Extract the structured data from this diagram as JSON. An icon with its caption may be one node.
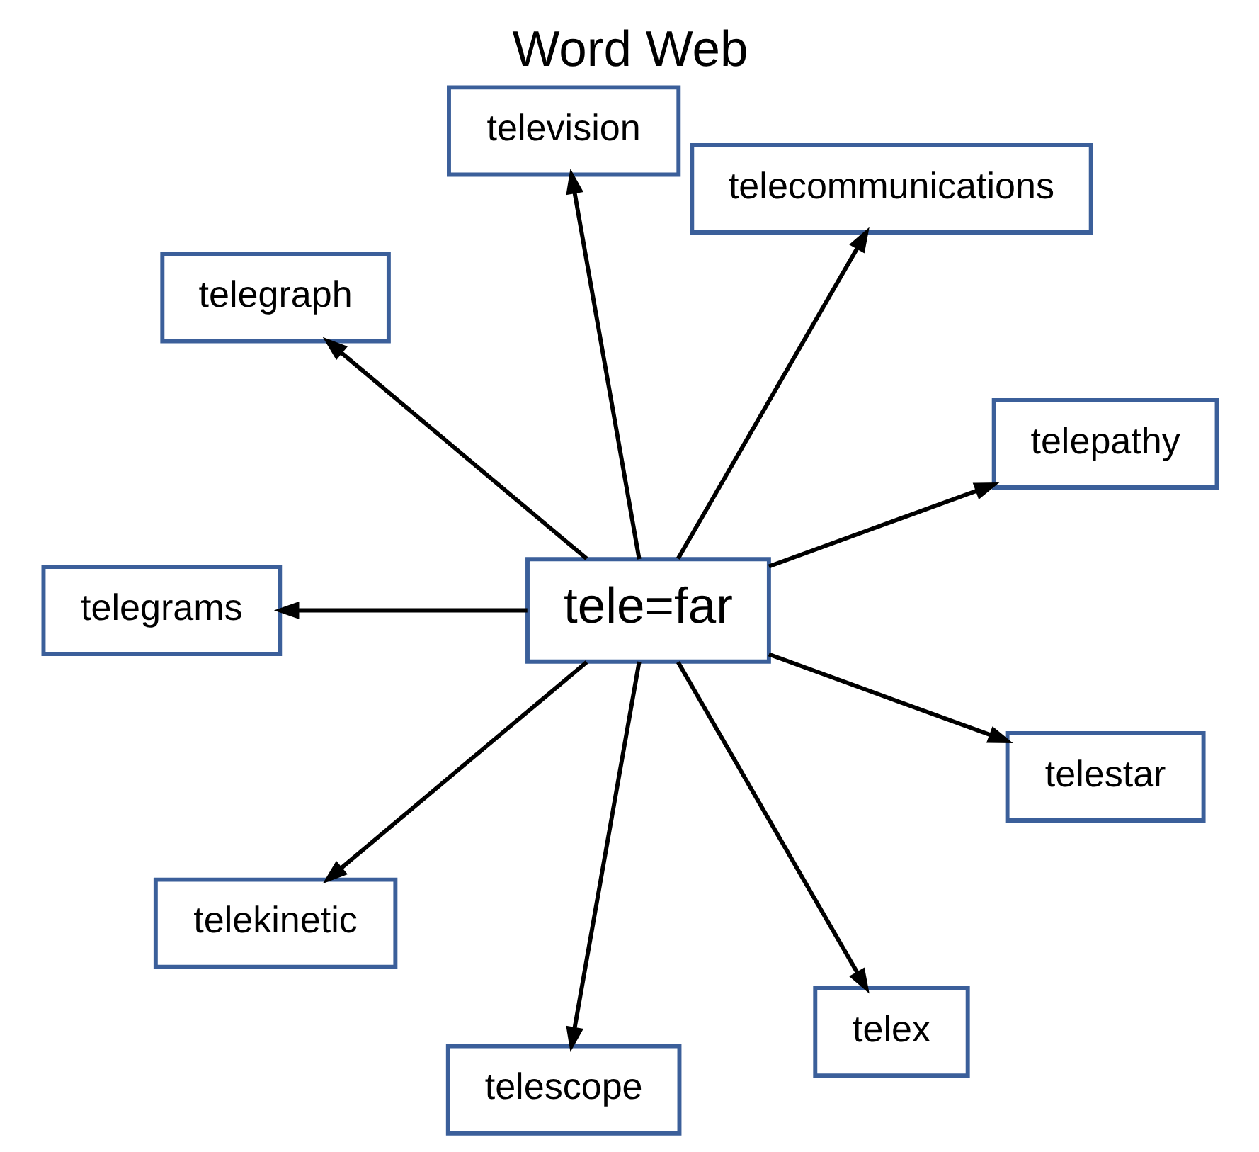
{
  "diagram": {
    "title": "Word Web",
    "nodes": [
      {
        "text": [
          "telepathy"
        ]
      },
      {
        "text": [
          "telecommunications"
        ]
      },
      {
        "text": [
          "television"
        ]
      },
      {
        "text": [
          "telegraph"
        ]
      },
      {
        "text": [
          "tele=far"
        ]
      },
      {
        "text": [
          "telegrams"
        ]
      },
      {
        "text": [
          "telekinetic"
        ]
      },
      {
        "text": [
          "telescope"
        ]
      },
      {
        "text": [
          "telex"
        ]
      },
      {
        "text": [
          "telestar"
        ]
      }
    ],
    "edges": [
      {
        "from": 4,
        "to": 0,
        "arrow": "to"
      },
      {
        "from": 4,
        "to": 1,
        "arrow": "to"
      },
      {
        "from": 4,
        "to": 2,
        "arrow": "to"
      },
      {
        "from": 4,
        "to": 3,
        "arrow": "to"
      },
      {
        "from": 4,
        "to": 5,
        "arrow": "to"
      },
      {
        "from": 4,
        "to": 6,
        "arrow": "to"
      },
      {
        "from": 4,
        "to": 7,
        "arrow": "to"
      },
      {
        "from": 4,
        "to": 8,
        "arrow": "to"
      },
      {
        "from": 4,
        "to": 9,
        "arrow": "to"
      }
    ]
  }
}
